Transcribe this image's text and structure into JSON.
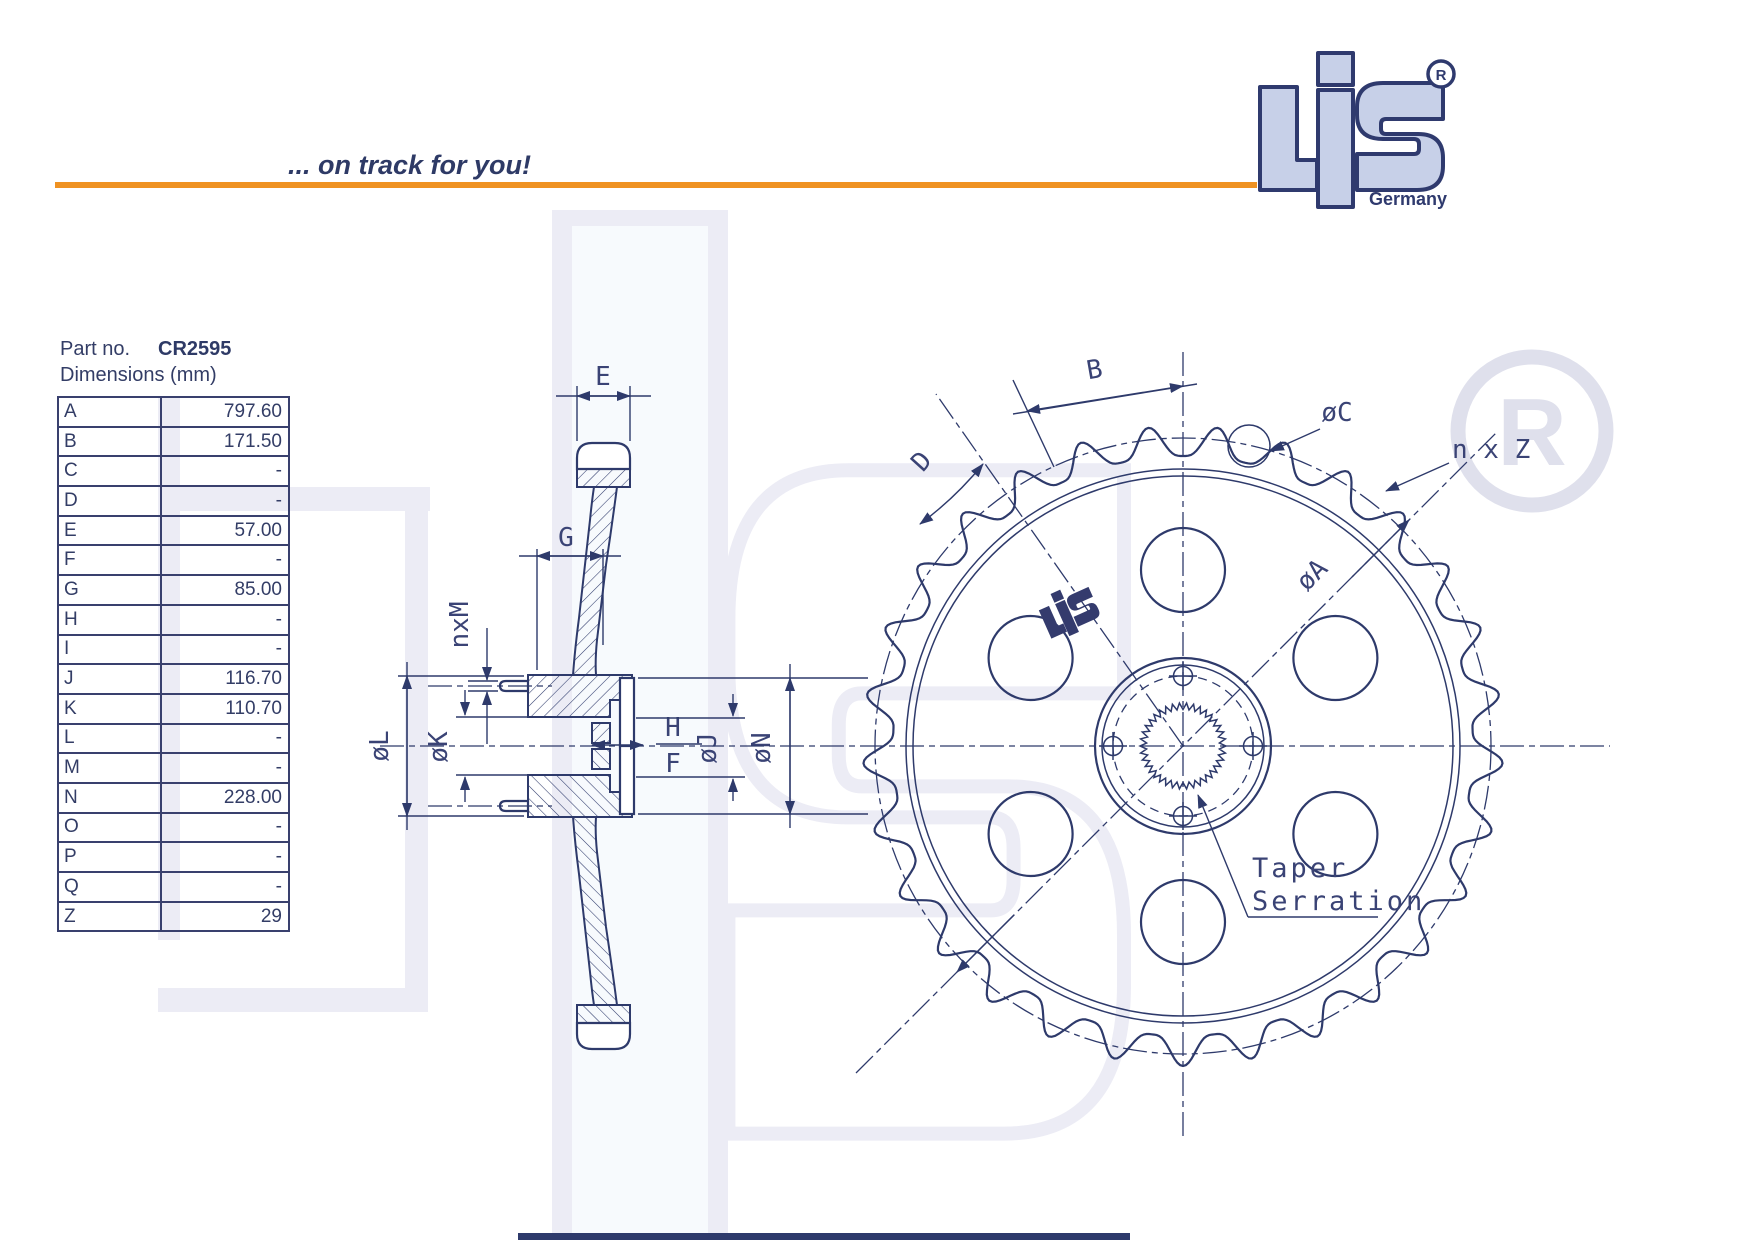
{
  "header": {
    "tagline": "... on track for you!",
    "brand": {
      "country": "Germany",
      "registered_symbol": "R"
    }
  },
  "part": {
    "part_no_label": "Part no.",
    "part_no": "CR2595",
    "dimensions_label": "Dimensions (mm)"
  },
  "dimensions_table": {
    "rows": [
      {
        "key": "A",
        "value": "797.60"
      },
      {
        "key": "B",
        "value": "171.50"
      },
      {
        "key": "C",
        "value": "-"
      },
      {
        "key": "D",
        "value": "-"
      },
      {
        "key": "E",
        "value": "57.00"
      },
      {
        "key": "F",
        "value": "-"
      },
      {
        "key": "G",
        "value": "85.00"
      },
      {
        "key": "H",
        "value": "-"
      },
      {
        "key": "I",
        "value": "-"
      },
      {
        "key": "J",
        "value": "116.70"
      },
      {
        "key": "K",
        "value": "110.70"
      },
      {
        "key": "L",
        "value": "-"
      },
      {
        "key": "M",
        "value": "-"
      },
      {
        "key": "N",
        "value": "228.00"
      },
      {
        "key": "O",
        "value": "-"
      },
      {
        "key": "P",
        "value": "-"
      },
      {
        "key": "Q",
        "value": "-"
      },
      {
        "key": "Z",
        "value": "29"
      }
    ]
  },
  "section_view": {
    "labels": {
      "e": "E",
      "g": "G",
      "nxm": "nxM",
      "dl": "øL",
      "dk": "øK",
      "h": "H",
      "f": "F",
      "dj": "øJ",
      "dn": "øN"
    }
  },
  "front_view": {
    "labels": {
      "b": "B",
      "d": "D",
      "dc": "øC",
      "nxz": "n x Z",
      "da": "øA",
      "taper_line1": "Taper",
      "taper_line2": "Serration"
    },
    "teeth_count": 29,
    "lightening_hole_count": 6,
    "hub_bolt_count": 4
  },
  "colors": {
    "line_navy": "#2e3a6b",
    "text_navy": "#333d66",
    "accent_orange": "#ef9222",
    "logo_fill": "#c7d0e8",
    "watermark": "#ececf5"
  }
}
